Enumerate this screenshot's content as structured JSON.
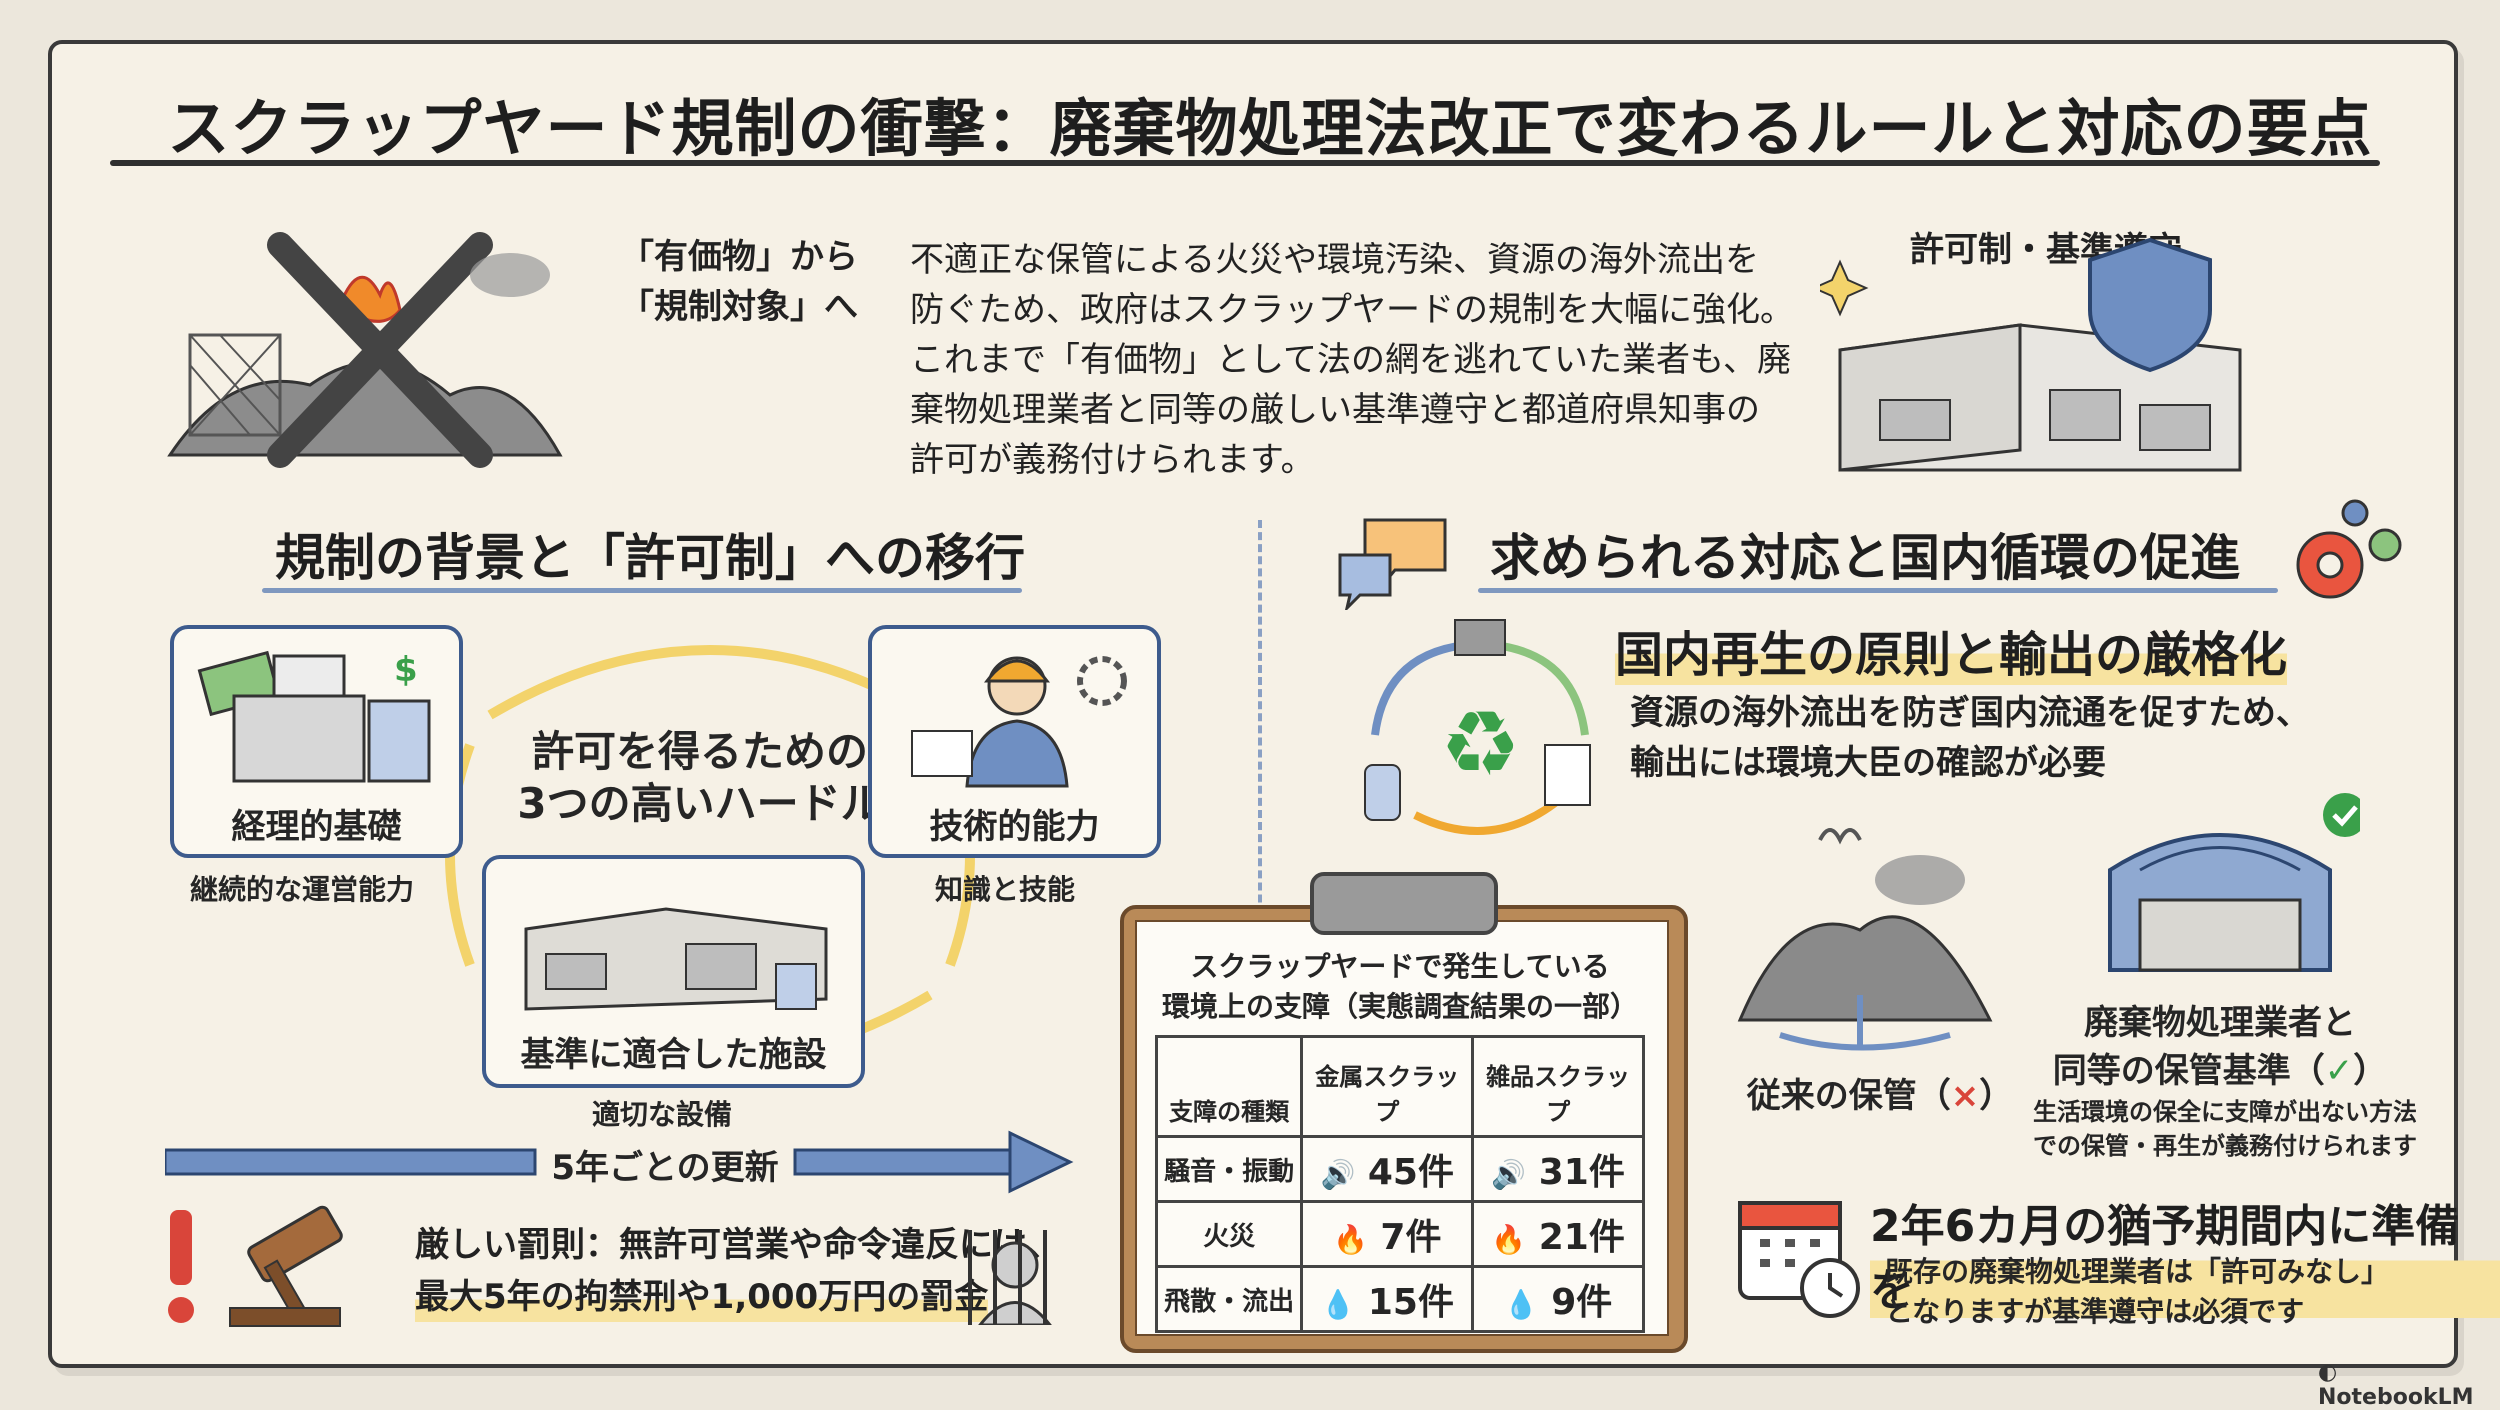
{
  "title": "スクラップヤード規制の衝撃：廃棄物処理法改正で変わるルールと対応の要点",
  "intro": {
    "shift_line1": "「有価物」から",
    "shift_line2": "「規制対象」へ",
    "paragraph_lines": [
      "不適正な保管による火災や環境汚染、資源の海外流出を",
      "防ぐため、政府はスクラップヤードの規制を大幅に強化。",
      "これまで「有価物」として法の網を逃れていた業者も、廃",
      "棄物処理業者と同等の厳しい基準遵守と都道府県知事の",
      "許可が義務付けられます。"
    ],
    "permit_label": "許可制・基準遵守"
  },
  "left": {
    "section_title": "規制の背景と「許可制」への移行",
    "hurdle_line1": "許可を得るための",
    "hurdle_line2": "3つの高いハードル",
    "cards": [
      {
        "label": "経理的基礎",
        "sub": "継続的な運営能力"
      },
      {
        "label": "技術的能力",
        "sub": "知識と技能"
      },
      {
        "label": "基準に適合した施設",
        "sub": "適切な設備"
      }
    ],
    "renewal": "5年ごとの更新",
    "penalty_line1": "厳しい罰則：無許可営業や命令違反には、",
    "penalty_line2": "最大5年の拘禁刑や1,000万円の罰金"
  },
  "clipboard": {
    "title_line1": "スクラップヤードで発生している",
    "title_line2": "環境上の支障（実態調査結果の一部）",
    "headers": [
      "支障の種類",
      "金属スクラップ",
      "雑品スクラップ"
    ],
    "rows": [
      {
        "type": "騒音・振動",
        "metal": "45件",
        "mixed": "31件"
      },
      {
        "type": "火災",
        "metal": "7件",
        "mixed": "21件"
      },
      {
        "type": "飛散・流出",
        "metal": "15件",
        "mixed": "9件"
      }
    ]
  },
  "right": {
    "section_title": "求められる対応と国内循環の促進",
    "domestic_title": "国内再生の原則と輸出の厳格化",
    "domestic_line1": "資源の海外流出を防ぎ国内流通を促すため、",
    "domestic_line2": "輸出には環境大臣の確認が必要",
    "old_storage": "従来の保管（",
    "old_mark": "×",
    "old_close": "）",
    "new_line1": "廃棄物処理業者と",
    "new_line2": "同等の保管基準（",
    "new_mark": "✓",
    "new_close": "）",
    "new_sub1": "生活環境の保全に支障が出ない方法",
    "new_sub2": "での保管・再生が義務付けられます",
    "grace_title": "2年6カ月の猶予期間内に準備を",
    "grace_line1": "既存の廃棄物処理業者は「許可みなし」",
    "grace_line2": "となりますが基準遵守は必須です"
  },
  "brand": "NotebookLM",
  "colors": {
    "accent_blue": "#3d5b8d",
    "warn_red": "#d9453a",
    "highlight": "#f7e3a0",
    "ok_green": "#3aa04a"
  }
}
